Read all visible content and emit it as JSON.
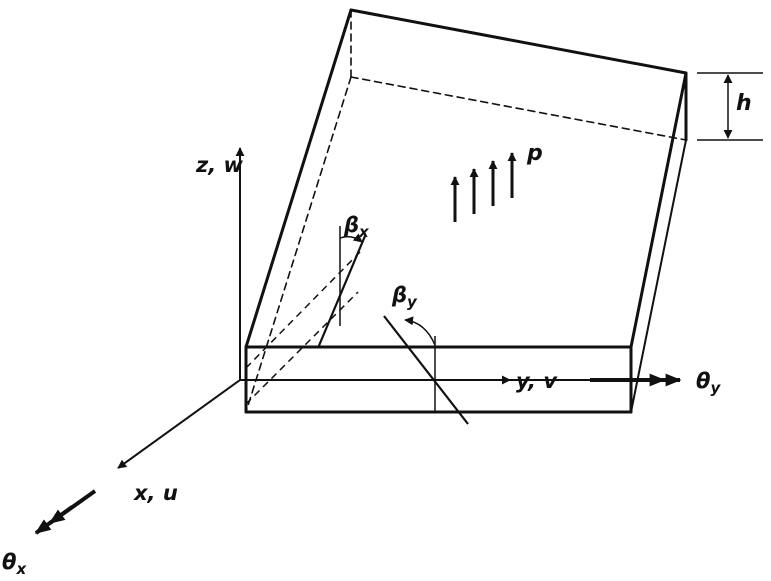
{
  "colors": {
    "ink": "#111111",
    "background": "#ffffff"
  },
  "labels": {
    "z_axis": "z, w",
    "y_axis": "y, v",
    "x_axis": "x, u",
    "thickness": "h",
    "load": "p",
    "beta": "β",
    "beta_x_sub": "x",
    "beta_y_sub": "y",
    "theta": "θ",
    "theta_x_sub": "x",
    "theta_y_sub": "y"
  }
}
